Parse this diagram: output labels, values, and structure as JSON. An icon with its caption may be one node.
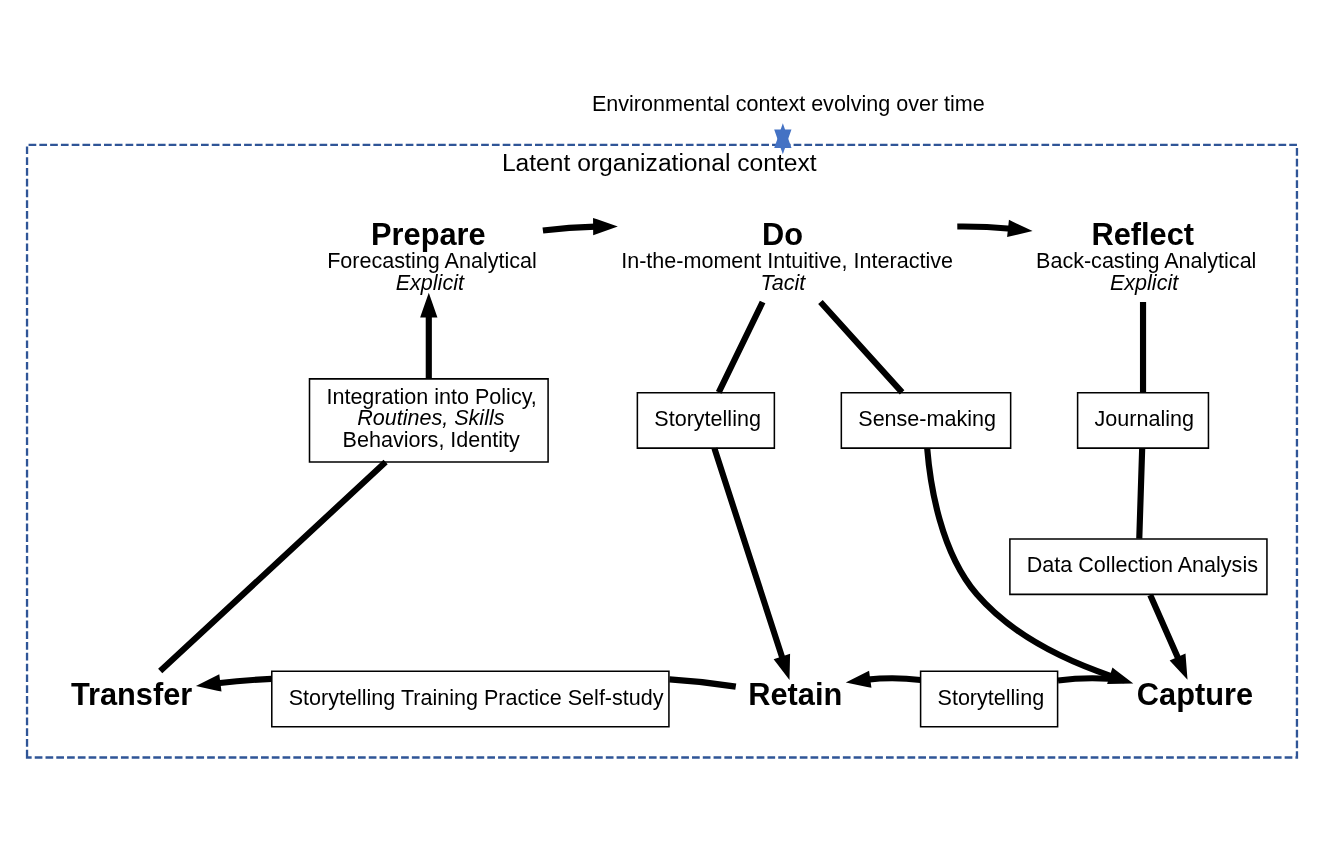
{
  "diagram": {
    "nodes": [
      {
        "text": [
          "Environmental context evolving over time"
        ]
      },
      {
        "text": [
          "Latent organizational context"
        ]
      },
      {
        "text": [
          "Prepare",
          "Forecasting Analytical *Explicit*"
        ],
        "in": 1
      },
      {
        "text": [
          "Do",
          "In-the-moment Intuitive, Interactive *Tacit*"
        ],
        "in": 1
      },
      {
        "text": [
          "Reflect",
          "Back-casting Analytical *Explicit*"
        ],
        "in": 1
      },
      {
        "text": [
          "Integration into Policy, *Routines, Skills* Behaviors, Identity"
        ],
        "in": 1
      },
      {
        "text": [
          "Sense-making"
        ],
        "in": 1
      },
      {
        "text": [
          "Storytelling"
        ],
        "in": 1
      },
      {
        "text": [
          "Journaling"
        ],
        "in": 1
      },
      {
        "text": [
          "Data Collection Analysis"
        ],
        "in": 1
      },
      {
        "text": [
          "Storytelling Training Practice Self-study"
        ],
        "in": 1
      },
      {
        "text": [
          "Storytelling"
        ],
        "in": 1
      },
      {
        "text": [
          "Transfer"
        ],
        "in": 1
      },
      {
        "text": [
          "Retain"
        ],
        "in": 1
      },
      {
        "text": [
          "Capture"
        ],
        "in": 1
      }
    ],
    "edges": [
      {
        "from": 0,
        "to": 1,
        "arrow": "both",
        "color": "#4472c4"
      },
      {
        "from": 2,
        "to": 3,
        "arrow": "to"
      },
      {
        "from": 3,
        "to": 4,
        "arrow": "to"
      },
      {
        "from": 3,
        "to": 7,
        "arrow": "none"
      },
      {
        "from": 7,
        "to": 13,
        "arrow": "to"
      },
      {
        "from": 3,
        "to": 6,
        "arrow": "none"
      },
      {
        "from": 6,
        "to": 14,
        "arrow": "to"
      },
      {
        "from": 4,
        "to": 8,
        "arrow": "none"
      },
      {
        "from": 8,
        "to": 9,
        "arrow": "none"
      },
      {
        "from": 9,
        "to": 14,
        "arrow": "to"
      },
      {
        "from": 14,
        "to": 11,
        "arrow": "none"
      },
      {
        "from": 11,
        "to": 13,
        "arrow": "to"
      },
      {
        "from": 13,
        "to": 10,
        "arrow": "none"
      },
      {
        "from": 10,
        "to": 12,
        "arrow": "to"
      },
      {
        "from": 12,
        "to": 5,
        "arrow": "none"
      },
      {
        "from": 5,
        "to": 2,
        "arrow": "to"
      }
    ]
  }
}
